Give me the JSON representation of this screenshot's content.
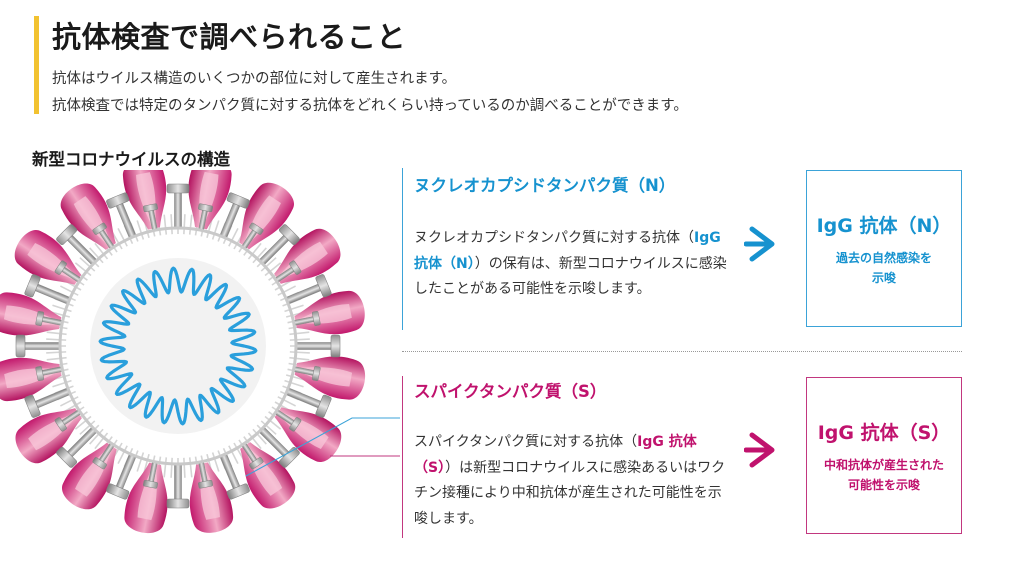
{
  "header": {
    "title": "抗体検査で調べられること",
    "intro_line1": "抗体はウイルス構造のいくつかの部位に対して産生されます。",
    "intro_line2": "抗体検査では特定のタンパク質に対する抗体をどれくらい持っているのか調べることができます。"
  },
  "structure": {
    "title": "新型コロナウイルスの構造"
  },
  "n_section": {
    "title": "ヌクレオカプシドタンパク質（N）",
    "body_pre": "ヌクレオカプシドタンパク質に対する抗体（",
    "body_highlight": "IgG 抗体（N）",
    "body_post": "）の保有は、新型コロナウイルスに感染したことがある可能性を示唆します。",
    "result_title": "IgG 抗体（N）",
    "result_desc_line1": "過去の自然感染を",
    "result_desc_line2": "示唆"
  },
  "s_section": {
    "title": "スパイクタンパク質（S）",
    "body_pre": "スパイクタンパク質に対する抗体（",
    "body_highlight": "IgG 抗体（S）",
    "body_post": "）は新型コロナウイルスに感染あるいはワクチン接種により中和抗体が産生された可能性を示唆します。",
    "result_title": "IgG 抗体（S）",
    "result_desc_line1": "中和抗体が産生された",
    "result_desc_line2": "可能性を示唆"
  },
  "colors": {
    "accent_yellow": "#f2c230",
    "n_blue": "#1692cf",
    "s_magenta": "#c0126d",
    "spike_pink": "#e0779f",
    "rna_blue": "#2a9fdc",
    "membrane_gray": "#a8a8a8"
  }
}
